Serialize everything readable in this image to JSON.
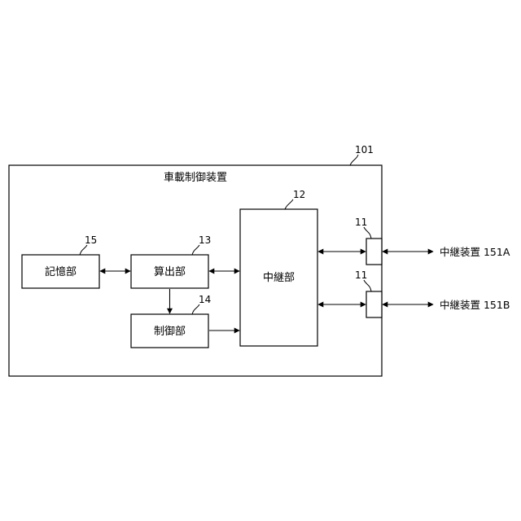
{
  "outer": {
    "title": "車載制御装置",
    "ref": "101"
  },
  "blocks": {
    "storage": {
      "label": "記憶部",
      "ref": "15"
    },
    "calc": {
      "label": "算出部",
      "ref": "13"
    },
    "control": {
      "label": "制御部",
      "ref": "14"
    },
    "relay": {
      "label": "中継部",
      "ref": "12"
    }
  },
  "ports": [
    {
      "ref": "11"
    },
    {
      "ref": "11"
    }
  ],
  "external": [
    {
      "label": "中継装置 151A"
    },
    {
      "label": "中継装置 151B"
    }
  ],
  "colors": {
    "line": "#000000",
    "background": "#ffffff"
  }
}
